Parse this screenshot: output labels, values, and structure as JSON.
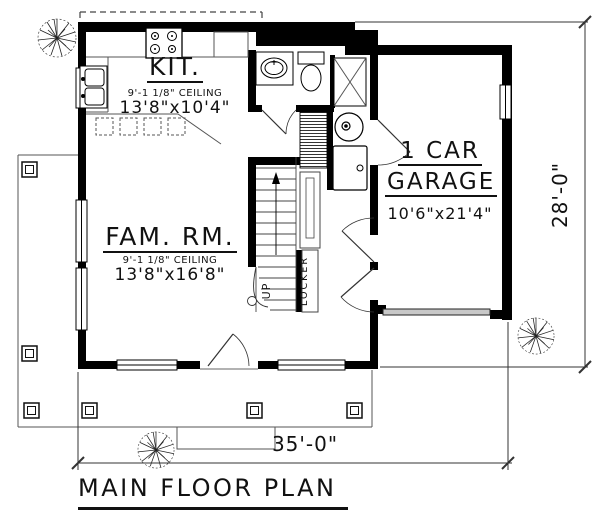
{
  "plan": {
    "title": "MAIN FLOOR PLAN",
    "rooms": {
      "kitchen": {
        "name": "KIT.",
        "ceiling": "9'-1 1/8\" CEILING",
        "size": "13'8\"x10'4\""
      },
      "family_room": {
        "name": "FAM. RM.",
        "ceiling": "9'-1 1/8\" CEILING",
        "size": "13'8\"x16'8\""
      },
      "garage": {
        "name_line1": "1 CAR",
        "name_line2": "GARAGE",
        "size": "10'6\"x21'4\""
      }
    },
    "annotations": {
      "locker": "LOCKER",
      "stairs_direction": "UP"
    },
    "dimensions": {
      "overall_width": "35'-0\"",
      "overall_depth": "28'-0\""
    },
    "colors": {
      "wall": "#000000",
      "thin_line": "#333333",
      "garage_door_fill": "#c8c8c8"
    }
  }
}
